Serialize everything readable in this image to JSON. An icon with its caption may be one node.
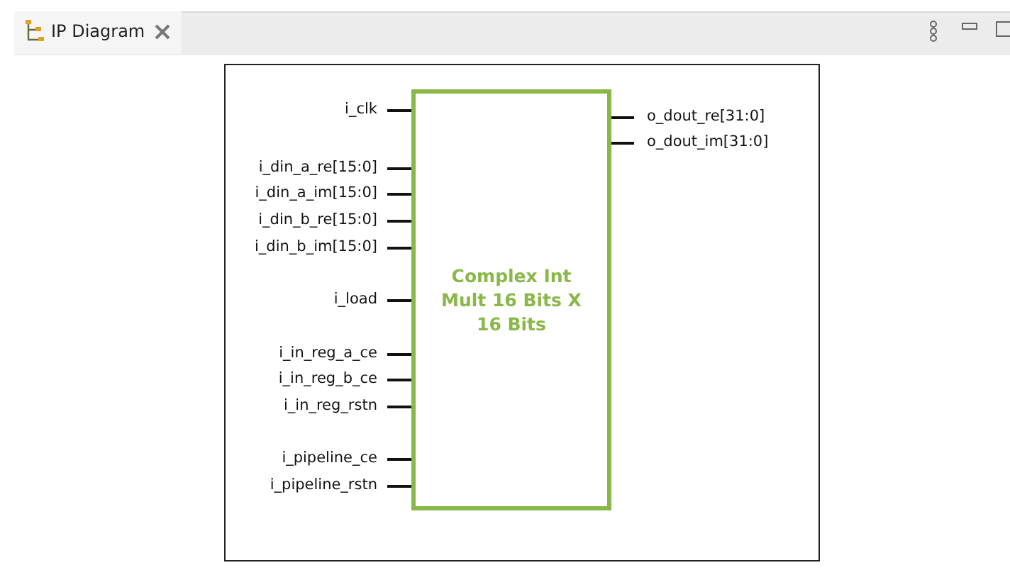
{
  "diagram": {
    "title": "IP Diagram",
    "nodes": [
      {
        "text": [
          "Complex Int Mult 16 Bits X 16 Bits"
        ]
      }
    ],
    "labels": [
      "i_clk",
      "o_dout_re[31:0]",
      "o_dout_im[31:0]",
      "i_din_a_re[15:0]",
      "i_din_a_im[15:0]",
      "i_din_b_re[15:0]",
      "i_din_b_im[15:0]",
      "i_load",
      "i_in_reg_a_ce",
      "i_in_reg_b_ce",
      "i_in_reg_rstn",
      "i_pipeline_ce",
      "i_pipeline_rstn"
    ]
  }
}
